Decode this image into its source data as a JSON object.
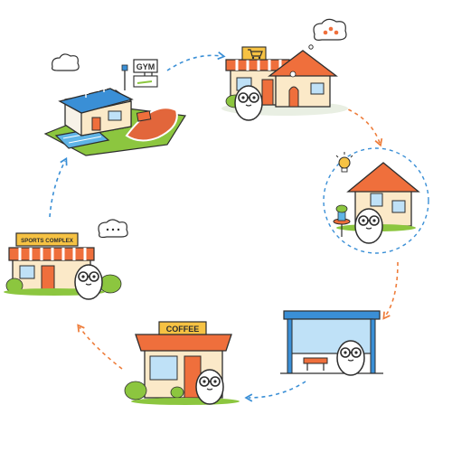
{
  "signs": {
    "gym": "GYM",
    "sports": "SPORTS COMPLEX",
    "coffee": "COFFEE"
  },
  "stages": [
    {
      "id": "gym",
      "icon": "gym-building-icon"
    },
    {
      "id": "shopping",
      "icon": "shopping-cart-icon"
    },
    {
      "id": "home",
      "icon": "lightbulb-idea-icon"
    },
    {
      "id": "bus-stop",
      "icon": "bus-shelter-icon"
    },
    {
      "id": "coffee-shop",
      "icon": "coffee-shop-icon"
    },
    {
      "id": "sports-complex",
      "icon": "sports-complex-icon"
    }
  ],
  "colors": {
    "roof_orange": "#ef6f3c",
    "wall_cream": "#fbe9c8",
    "pool_blue": "#5fb4e6",
    "grass_green": "#8cc63f",
    "arrow_blue": "#3a8fd6",
    "arrow_orange": "#ee7d3b",
    "ink": "#2d2d2d"
  }
}
